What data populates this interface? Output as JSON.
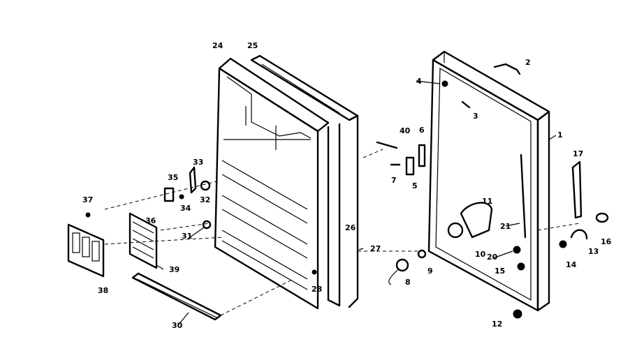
{
  "labels": {
    "l1": "1",
    "l2": "2",
    "l3": "3",
    "l4": "4",
    "l5": "5",
    "l6": "6",
    "l7": "7",
    "l8": "8",
    "l9": "9",
    "l10": "10",
    "l11": "11",
    "l12": "12",
    "l13": "13",
    "l14": "14",
    "l15": "15",
    "l16": "16",
    "l17": "17",
    "l20": "20",
    "l21": "21",
    "l24": "24",
    "l25": "25",
    "l26": "26",
    "l27": "27",
    "l28": "28",
    "l30": "30",
    "l31": "31",
    "l32": "32",
    "l33": "33",
    "l34": "34",
    "l35": "35",
    "l36": "36",
    "l37": "37",
    "l38": "38",
    "l39": "39",
    "l40": "40"
  }
}
